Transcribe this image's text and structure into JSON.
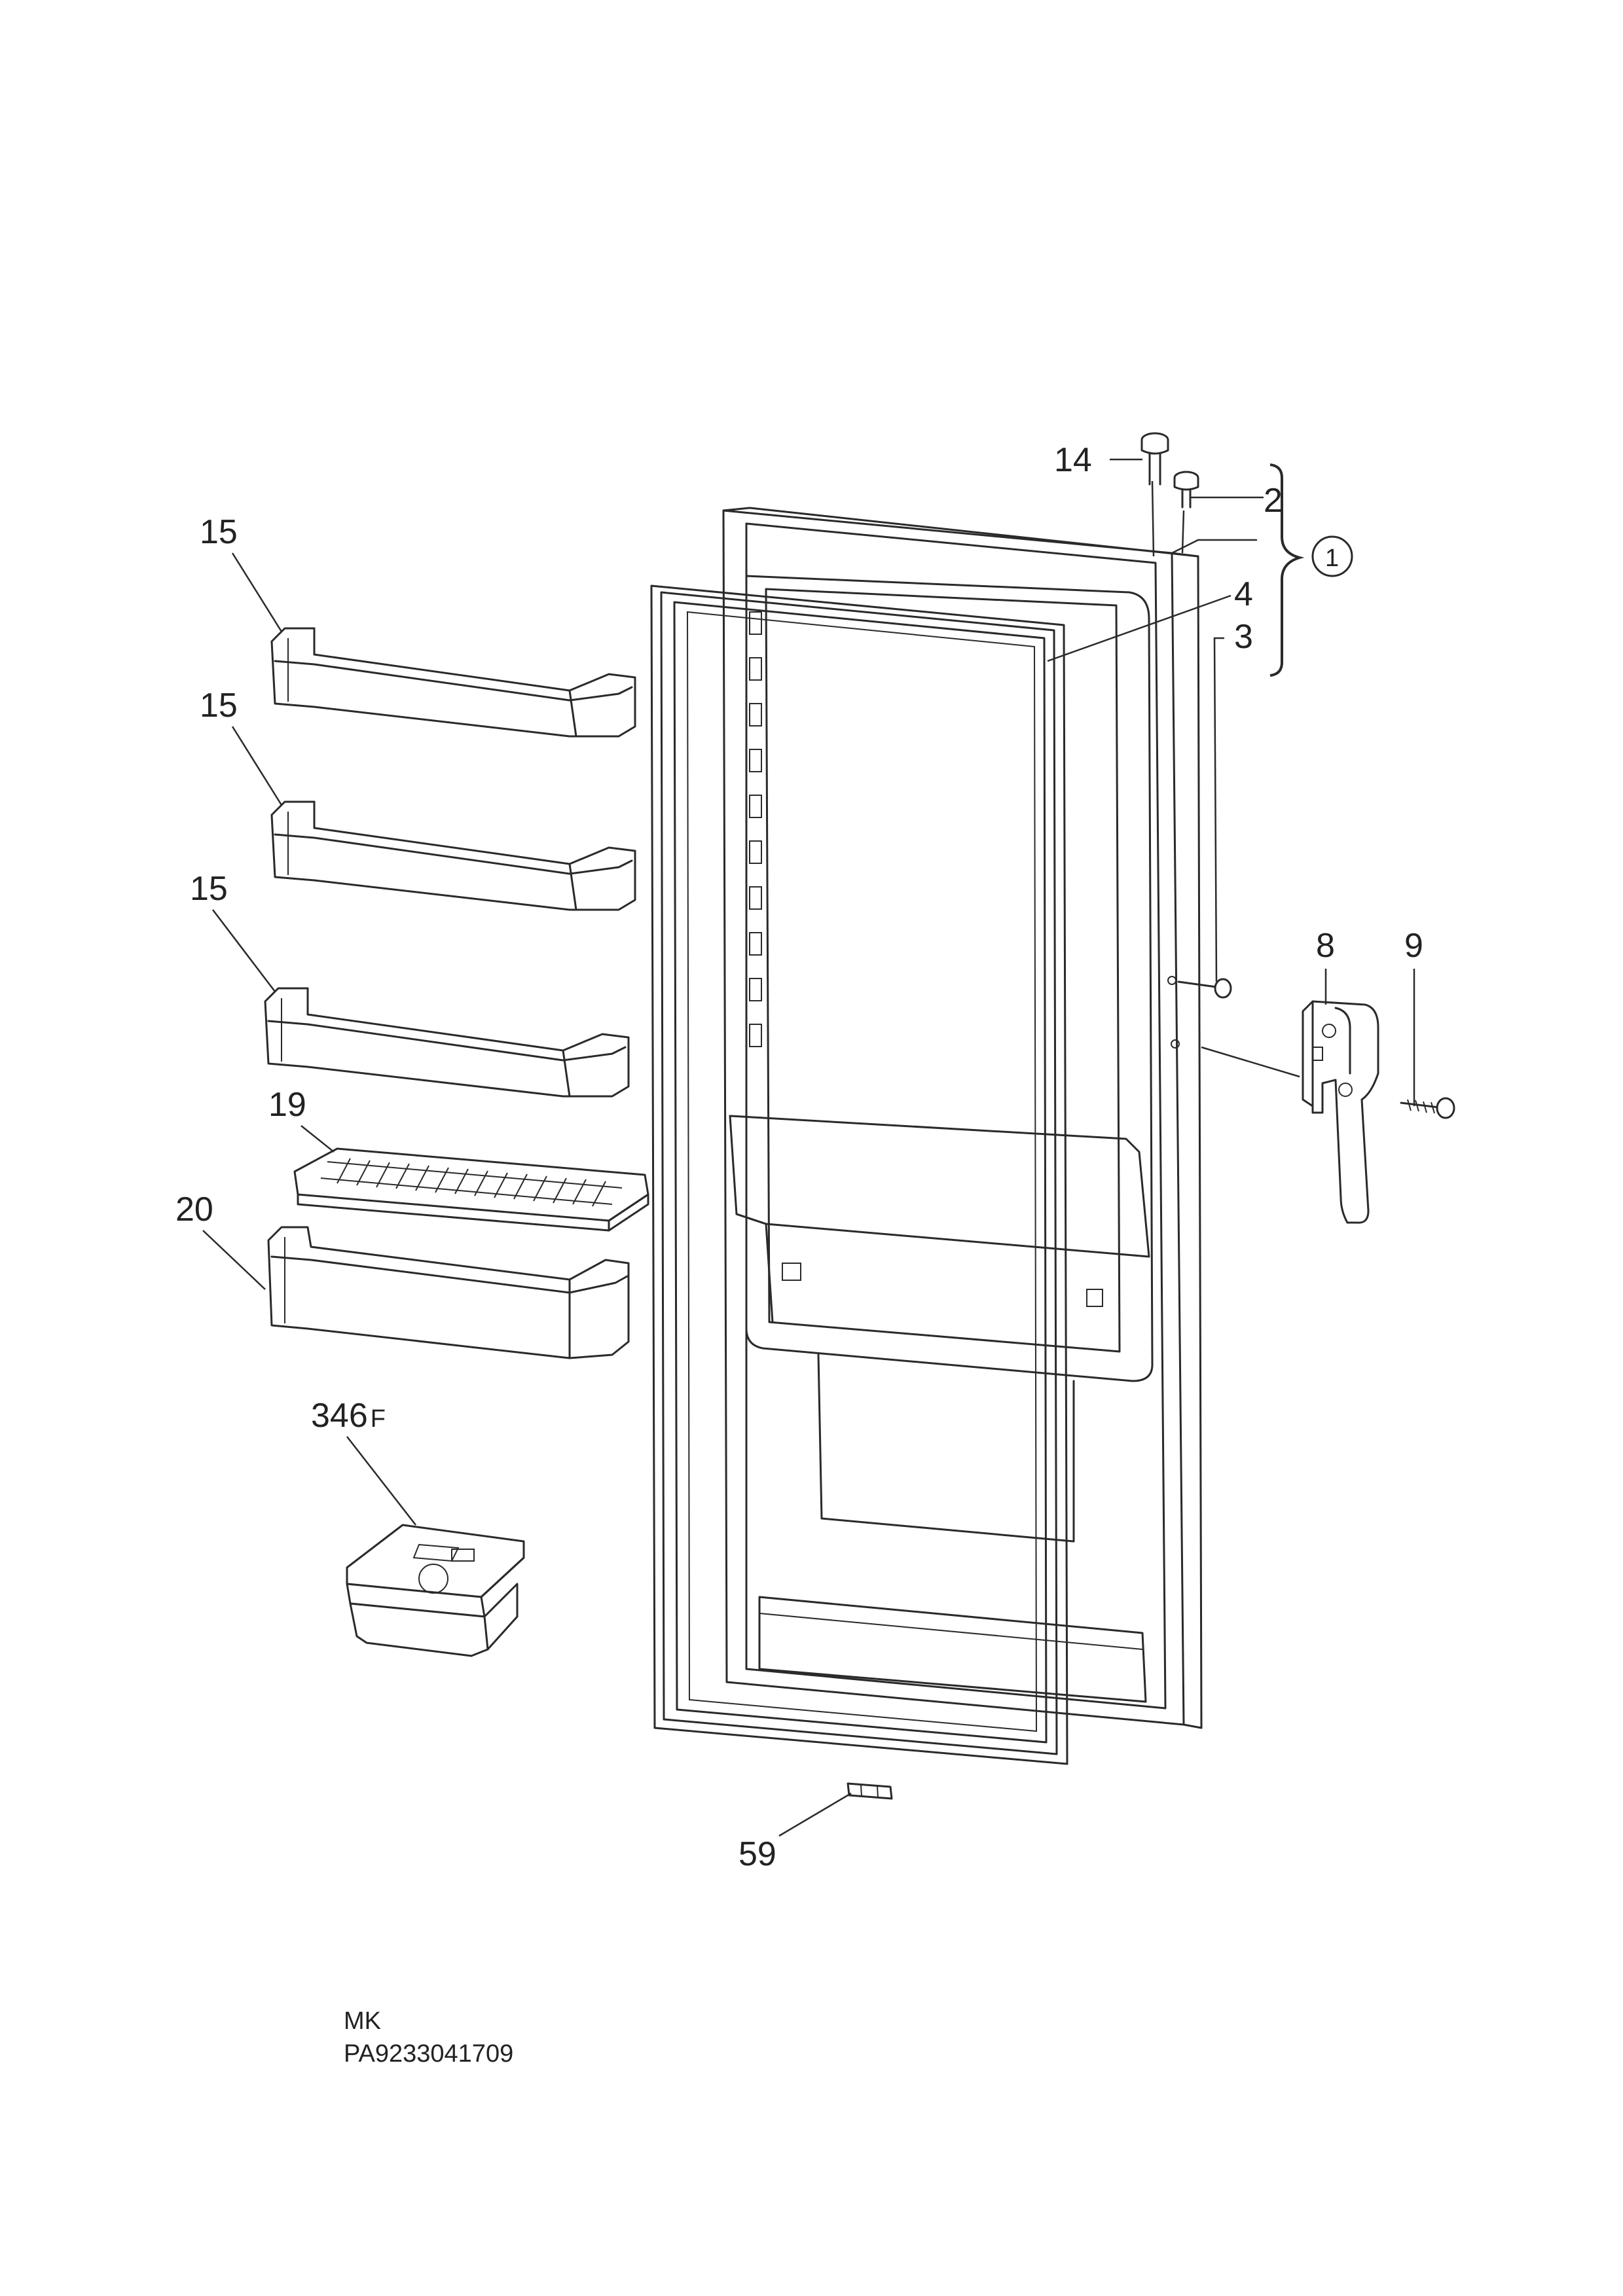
{
  "diagram": {
    "callouts": {
      "c14": "14",
      "c2": "2",
      "c1": "1",
      "c4": "4",
      "c3": "3",
      "c15a": "15",
      "c15b": "15",
      "c15c": "15",
      "c19": "19",
      "c20": "20",
      "c346": "346",
      "c346_suffix": "F",
      "c8": "8",
      "c9": "9",
      "c59": "59"
    },
    "footer": {
      "line1": "MK",
      "line2": "PA9233041709"
    },
    "colors": {
      "line": "#2a2a2a",
      "background": "#ffffff"
    }
  }
}
